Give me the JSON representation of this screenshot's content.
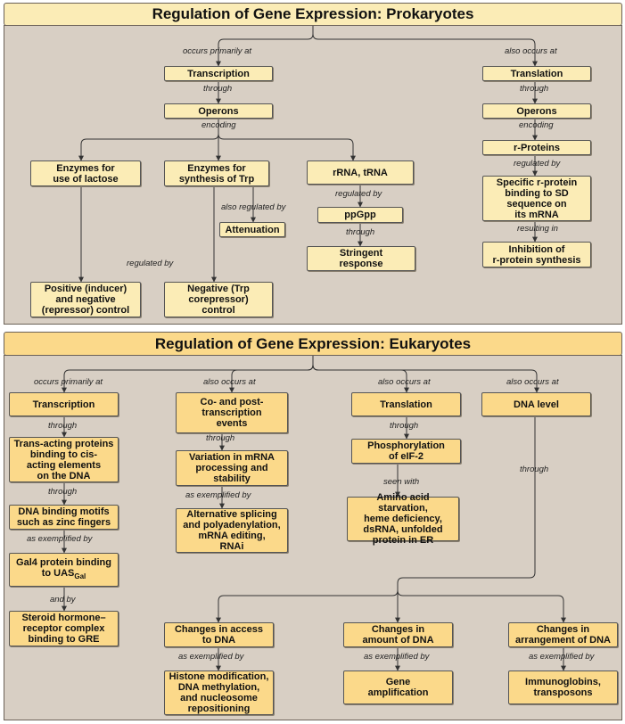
{
  "prokaryotes": {
    "title": "Regulation of Gene Expression: Prokaryotes",
    "nodes": {
      "transcription": "Transcription",
      "operons": "Operons",
      "enzymes_lactose": "Enzymes for\nuse of lactose",
      "enzymes_trp": "Enzymes for\nsynthesis of Trp",
      "attenuation": "Attenuation",
      "rrna_trna": "rRNA, tRNA",
      "ppgpp": "ppGpp",
      "stringent": "Stringent\nresponse",
      "positive_negative": "Positive (inducer)\nand negative\n(repressor) control",
      "negative_trp": "Negative (Trp\ncorepressor)\ncontrol",
      "translation": "Translation",
      "operons_right": "Operons",
      "r_proteins": "r-Proteins",
      "specific_r_protein": "Specific r-protein\nbinding to SD\nsequence on\nits mRNA",
      "inhibition": "Inhibition of\nr-protein synthesis"
    },
    "labels": {
      "occurs_primarily_at": "occurs primarily at",
      "also_occurs_at": "also occurs at",
      "through_1": "through",
      "encoding_1": "encoding",
      "also_regulated_by": "also regulated by",
      "regulated_by_ppgpp": "regulated by",
      "through_ppgpp": "through",
      "regulated_by_left": "regulated by",
      "through_right": "through",
      "encoding_right": "encoding",
      "regulated_by_right": "regulated by",
      "resulting_in": "resulting in"
    }
  },
  "eukaryotes": {
    "title": "Regulation of Gene Expression: Eukaryotes",
    "nodes": {
      "transcription": "Transcription",
      "trans_acting": "Trans-acting proteins\nbinding to cis-\nacting elements\non the DNA",
      "dna_binding": "DNA binding motifs\nsuch as zinc fingers",
      "gal4_main": "Gal4 protein binding\nto UAS",
      "gal4_sub": "Gal",
      "steroid": "Steroid hormone–\nreceptor complex\nbinding to GRE",
      "co_post": "Co- and post-\ntranscription\nevents",
      "variation_mrna": "Variation in mRNA\nprocessing and\nstability",
      "alt_splicing": "Alternative splicing\nand polyadenylation,\nmRNA editing,\nRNAi",
      "translation": "Translation",
      "phosphorylation": "Phosphorylation\nof eIF-2",
      "amino_acid": "Amino acid starvation,\nheme deficiency,\ndsRNA, unfolded\nprotein in ER",
      "dna_level": "DNA level",
      "changes_access": "Changes in access\nto DNA",
      "changes_amount": "Changes in\namount of DNA",
      "changes_arrangement": "Changes in\narrangement of DNA",
      "histone": "Histone modification,\nDNA methylation,\nand nucleosome\nrepositioning",
      "gene_amplification": "Gene\namplification",
      "immunoglobins": "Immunoglobins,\ntransposons"
    },
    "labels": {
      "occurs_primarily_at": "occurs primarily at",
      "also_occurs_at_1": "also occurs at",
      "also_occurs_at_2": "also occurs at",
      "also_occurs_at_3": "also occurs at",
      "through_1": "through",
      "through_2": "through",
      "as_exemplified_by_1": "as exemplified by",
      "and_by": "and by",
      "through_co": "through",
      "as_exemplified_by_2": "as exemplified by",
      "through_tl": "through",
      "seen_with": "seen with",
      "through_dna": "through",
      "as_exemplified_by_3": "as exemplified by",
      "as_exemplified_by_4": "as exemplified by",
      "as_exemplified_by_5": "as exemplified by"
    }
  }
}
